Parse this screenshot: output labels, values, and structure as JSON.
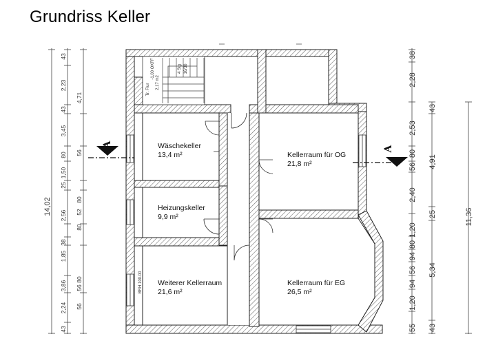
{
  "title": "Grundriss  Keller",
  "rooms": [
    {
      "name": "Wäschekeller",
      "area": "13,4 m²"
    },
    {
      "name": "Heizungskeller",
      "area": "9,9 m²"
    },
    {
      "name": "Weiterer Kellerraum",
      "area": "21,6 m²"
    },
    {
      "name": "Kellerraum für OG",
      "area": "21,8 m²"
    },
    {
      "name": "Kellerraum für EG",
      "area": "26,5 m²"
    }
  ],
  "section_marker": "A",
  "left_dims_inner": [
    "43",
    "2,23",
    "43",
    "3,45",
    "80",
    "56",
    "1,50",
    "25",
    "80",
    "2,56",
    "80",
    "56",
    "38",
    "1,85",
    "80",
    "3,86",
    "56",
    "2,24",
    "43"
  ],
  "left_dims_mid": [
    "4,71",
    "56",
    "25",
    "52",
    "56",
    "56"
  ],
  "left_dim_total": "14,02",
  "right_dims_inner": [
    "38",
    "2,28",
    "2,53",
    "80",
    "56",
    "2,40",
    "1,20",
    "80",
    "94",
    "56",
    "94",
    "1,20",
    "55"
  ],
  "right_dims_mid": [
    "43",
    "4,91",
    "25",
    "5,34",
    "43"
  ],
  "right_dim_total": "11,36",
  "stair_labels": [
    "4 Stg",
    "16/30",
    "Tr. Flur",
    "-1,00 OKFF",
    "2,17 m2"
  ],
  "brh_label": "BRH 100.00"
}
